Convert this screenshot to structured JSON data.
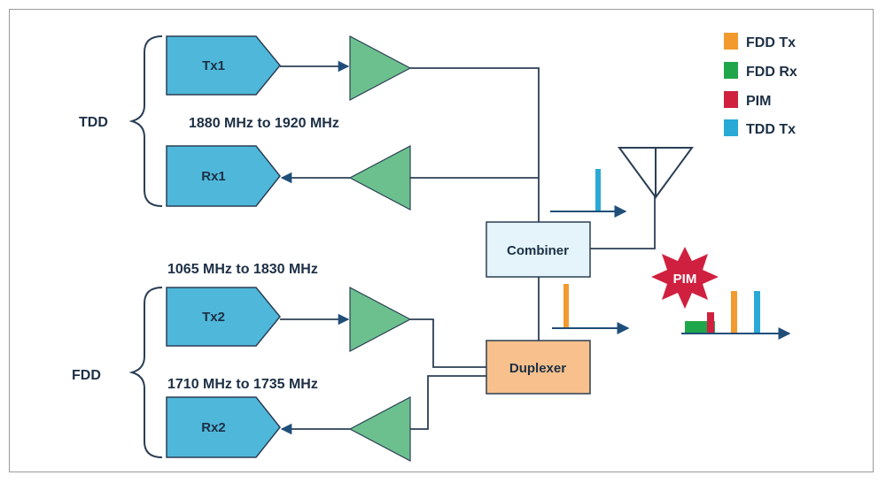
{
  "groups": {
    "tdd": "TDD",
    "fdd": "FDD"
  },
  "blocks": {
    "tx1": "Tx1",
    "rx1": "Rx1",
    "tx2": "Tx2",
    "rx2": "Rx2",
    "combiner": "Combiner",
    "duplexer": "Duplexer"
  },
  "freq": {
    "tdd_band": "1880 MHz to 1920 MHz",
    "fdd_tx_band": "1065 MHz to 1830 MHz",
    "fdd_rx_band": "1710 MHz to 1735 MHz"
  },
  "burst": "PIM",
  "legend": [
    {
      "label": "FDD Tx",
      "color": "#f39a2e"
    },
    {
      "label": "FDD Rx",
      "color": "#1fa64a"
    },
    {
      "label": "PIM",
      "color": "#d0203f"
    },
    {
      "label": "TDD Tx",
      "color": "#29a9d6"
    }
  ],
  "colors": {
    "block_fill": "#4fb8da",
    "amp_fill": "#6cc08e",
    "combiner_fill": "#e4f4fa",
    "duplexer_fill": "#f7c08c",
    "line": "#2b3f55"
  }
}
